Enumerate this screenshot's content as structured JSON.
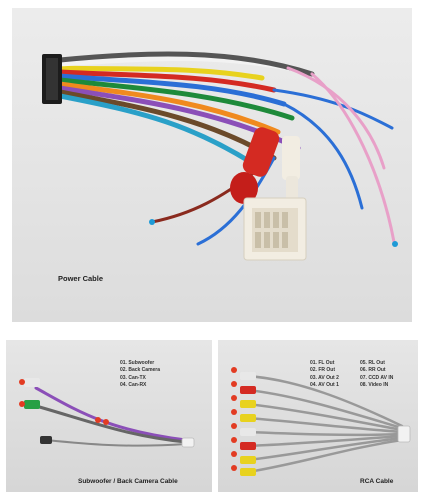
{
  "top": {
    "caption": "Power Cable"
  },
  "bottom_left": {
    "caption": "Subwoofer / Back Camera Cable",
    "legend": [
      "01. Subwoofer",
      "02. Back Camera",
      "03. Can-TX",
      "04. Can-RX"
    ]
  },
  "bottom_right": {
    "caption": "RCA Cable",
    "legend_a": [
      "01. FL Out",
      "02. FR Out",
      "03. AV Out 2",
      "04. AV Out 1"
    ],
    "legend_b": [
      "05. RL Out",
      "06. RR Out",
      "07. CCD AV IN",
      "08. Video IN"
    ]
  },
  "colors": {
    "background": "#ffffff",
    "panel": "#e4e4e4",
    "marker": "#e23b22",
    "connector_white": "#f2ede2",
    "rca_red": "#d42a22",
    "rca_yellow": "#e8d21e",
    "wire_purple": "#8b4fb8"
  }
}
